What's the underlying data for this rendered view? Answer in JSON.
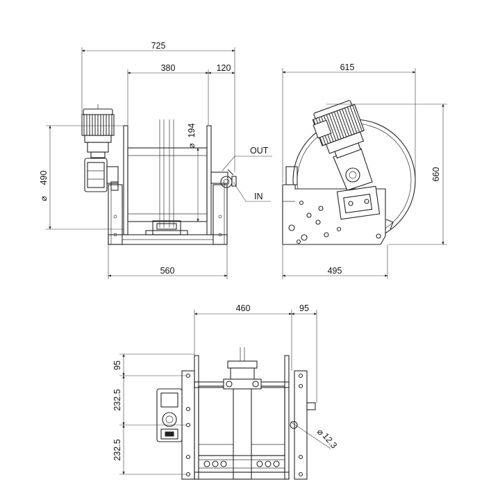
{
  "views": {
    "front": {
      "dim_overall_width": "725",
      "dim_drum_width": "380",
      "dim_offset": "120",
      "dim_base_width": "560",
      "dim_flange_diameter": "490",
      "dim_drum_diameter": "194",
      "label_out": "OUT",
      "label_in": "IN"
    },
    "side": {
      "dim_width": "615",
      "dim_height": "660",
      "dim_base_width": "495"
    },
    "top": {
      "dim_width": "460",
      "dim_offset": "95",
      "dim_top_offset": "95",
      "dim_spacing_1": "232.5",
      "dim_spacing_2": "232.5",
      "dim_hole_diameter": "12.3"
    }
  },
  "colors": {
    "line": "#222222",
    "background": "#ffffff"
  }
}
